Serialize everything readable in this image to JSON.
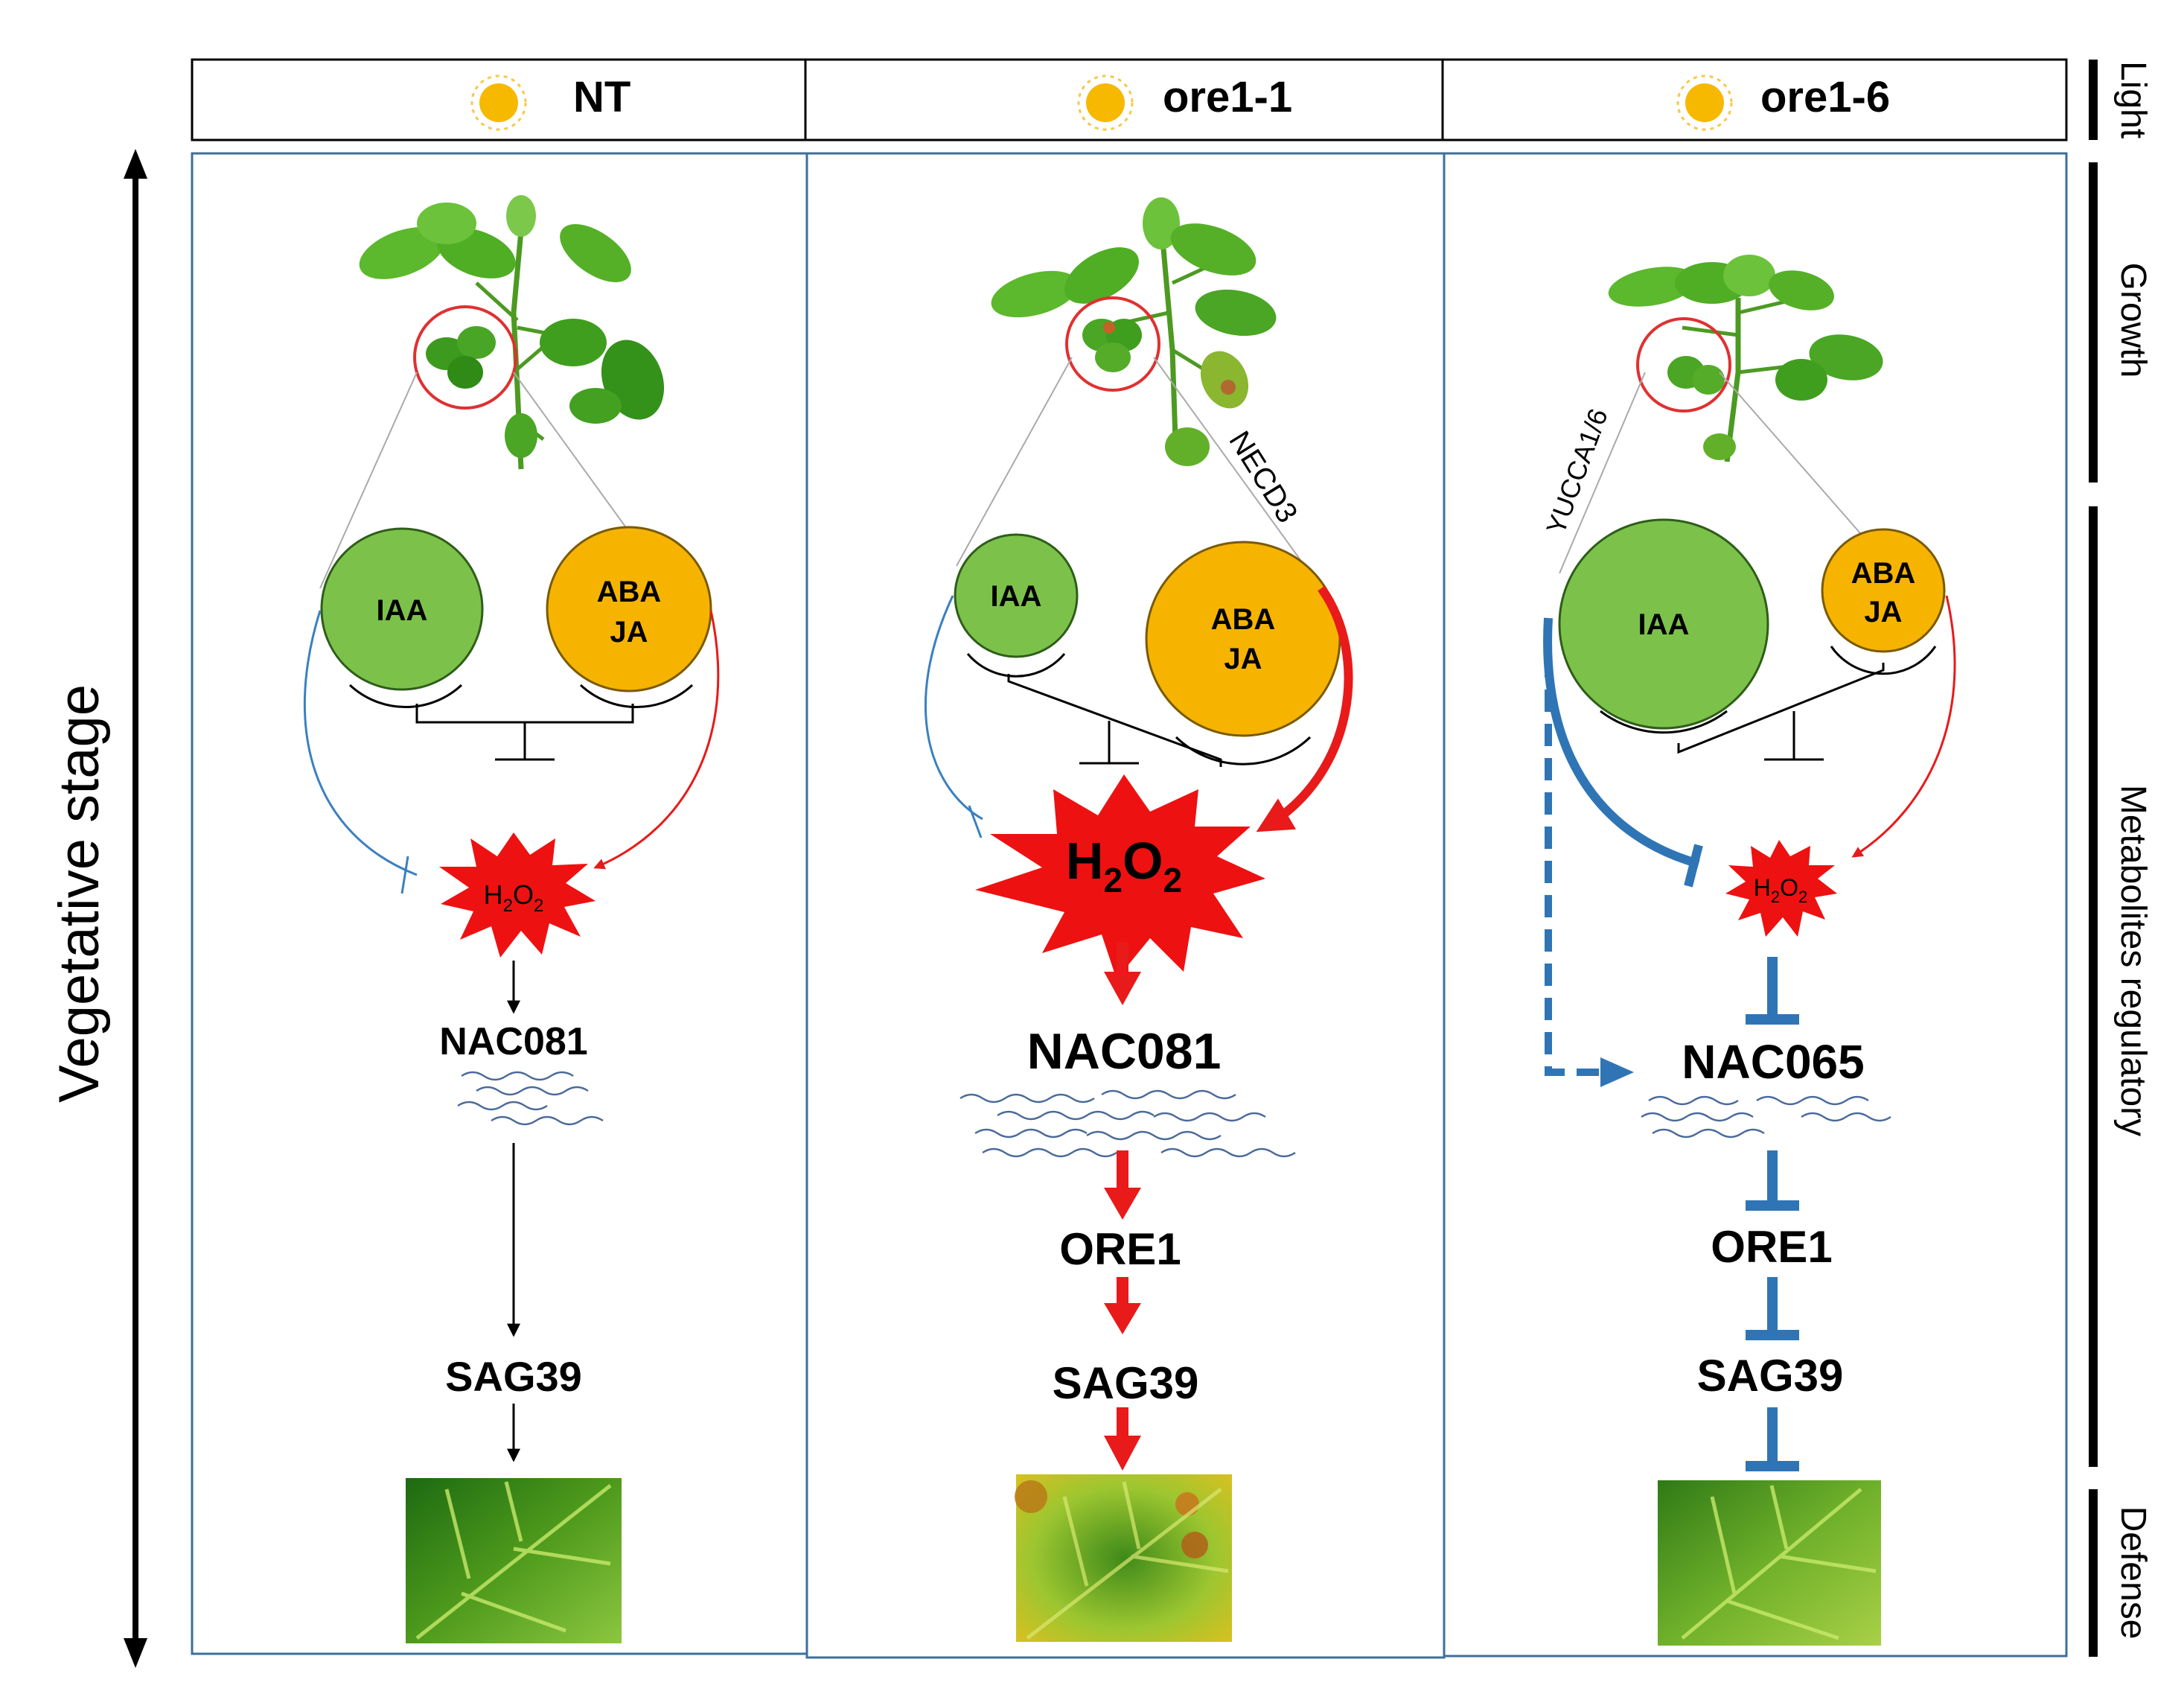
{
  "headers": {
    "nt": "NT",
    "ore1_1": "ore1-1",
    "ore1_6": "ore1-6"
  },
  "side_labels": {
    "left": "Vegetative stage",
    "light": "Light",
    "growth": "Growth",
    "metabolites": "Metabolites regulatory",
    "defense": "Defense"
  },
  "panels": {
    "nt": {
      "iaa": "IAA",
      "aba": "ABA",
      "ja": "JA",
      "h2o2": {
        "h": "H",
        "two1": "2",
        "o": "O",
        "two2": "2"
      },
      "nac": "NAC081",
      "sag": "SAG39"
    },
    "ore1_1": {
      "gene": "NECD3",
      "iaa": "IAA",
      "aba": "ABA",
      "ja": "JA",
      "h2o2": {
        "h": "H",
        "two1": "2",
        "o": "O",
        "two2": "2"
      },
      "nac": "NAC081",
      "ore": "ORE1",
      "sag": "SAG39"
    },
    "ore1_6": {
      "gene": "YUCCA1/6",
      "iaa": "IAA",
      "aba": "ABA",
      "ja": "JA",
      "h2o2": {
        "h": "H",
        "two1": "2",
        "o": "O",
        "two2": "2"
      },
      "nac": "NAC065",
      "ore": "ORE1",
      "sag": "SAG39"
    }
  },
  "colors": {
    "iaa_green": "#7cc24a",
    "aba_orange": "#f6b400",
    "h2o2_red": "#ee1111",
    "activation_red": "#e81a1a",
    "inhibition_blue": "#2f75b5",
    "sun": "#f7b800"
  }
}
